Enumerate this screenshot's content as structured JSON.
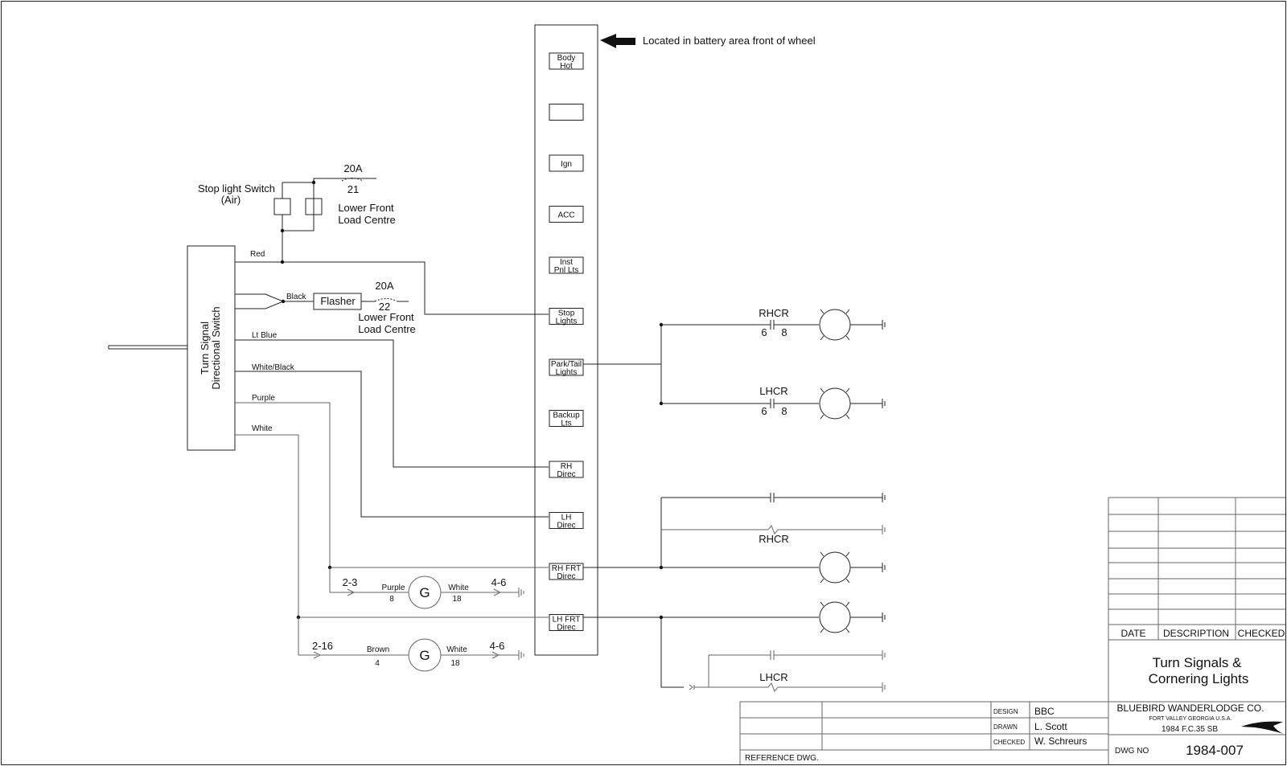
{
  "header_note": "Located in battery area front of wheel",
  "panel_terminals": [
    [
      "Body",
      "Hot"
    ],
    [
      "",
      ""
    ],
    [
      "Ign",
      ""
    ],
    [
      "ACC",
      ""
    ],
    [
      "Inst",
      "Pnl Lts"
    ],
    [
      "Stop",
      "Lights"
    ],
    [
      "Park/Tail",
      "Lights"
    ],
    [
      "Backup",
      "Lts"
    ],
    [
      "RH",
      "Direc"
    ],
    [
      "LH",
      "Direc"
    ],
    [
      "RH FRT",
      "Direc"
    ],
    [
      "LH FRT",
      "Direc"
    ]
  ],
  "stop_switch": {
    "label_1": "Stop light Switch",
    "label_2": "(Air)"
  },
  "fuse_21": {
    "rating": "20A",
    "number": "21",
    "label_1": "Lower Front",
    "label_2": "Load Centre"
  },
  "fuse_22": {
    "rating": "20A",
    "number": "22",
    "label_1": "Lower Front",
    "label_2": "Load Centre"
  },
  "flasher_label": "Flasher",
  "switch": {
    "label_1": "Turn Signal",
    "label_2": "Directional Switch"
  },
  "wires": {
    "red": "Red",
    "black": "Black",
    "lt_blue": "Lt Blue",
    "white_black": "White/Black",
    "purple": "Purple",
    "white": "White"
  },
  "cornering_upper": {
    "rh": {
      "name": "RHCR",
      "pin_a": "6",
      "pin_b": "8"
    },
    "lh": {
      "name": "LHCR",
      "pin_a": "6",
      "pin_b": "8"
    }
  },
  "cornering_lower": {
    "rh": "RHCR",
    "lh": "LHCR"
  },
  "gauge_1": {
    "symbol": "G",
    "left_conn": "2-3",
    "right_conn": "4-6",
    "left_wire": "Purple",
    "left_num": "8",
    "right_wire": "White",
    "right_num": "18"
  },
  "gauge_2": {
    "symbol": "G",
    "left_conn": "2-16",
    "right_conn": "4-6",
    "left_wire": "Brown",
    "left_num": "4",
    "right_wire": "White",
    "right_num": "18"
  },
  "revision_headers": {
    "date": "DATE",
    "description": "DESCRIPTION",
    "checked": "CHECKED"
  },
  "drawing_title_1": "Turn Signals &",
  "drawing_title_2": "Cornering Lights",
  "company": {
    "name": "BLUEBIRD WANDERLODGE CO.",
    "location": "FORT VALLEY GEORGIA U.S.A.",
    "model": "1984 F.C.35 SB"
  },
  "signoff": {
    "design_label": "DESIGN",
    "design_value": "BBC",
    "drawn_label": "DRAWN",
    "drawn_value": "L. Scott",
    "checked_label": "CHECKED",
    "checked_value": "W. Schreurs"
  },
  "dwg_no_label": "DWG NO",
  "dwg_no_value": "1984-007",
  "reference_label": "REFERENCE DWG."
}
